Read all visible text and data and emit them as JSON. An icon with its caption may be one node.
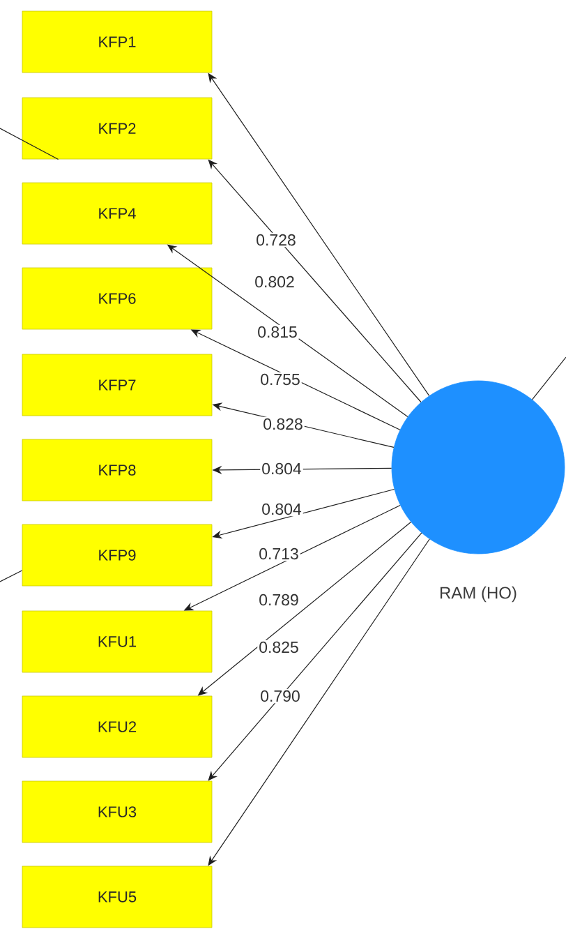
{
  "diagram": {
    "nodes": [
      {
        "text": [
          "KFP1"
        ]
      },
      {
        "text": [
          "KFP2"
        ]
      },
      {
        "text": [
          "KFP4"
        ]
      },
      {
        "text": [
          "KFP6"
        ]
      },
      {
        "text": [
          "KFP7"
        ]
      },
      {
        "text": [
          "KFP8"
        ]
      },
      {
        "text": [
          "KFP9"
        ]
      },
      {
        "text": [
          "KFU1"
        ]
      },
      {
        "text": [
          "KFU2"
        ]
      },
      {
        "text": [
          "KFU3"
        ]
      },
      {
        "text": [
          "KFU5"
        ]
      },
      {
        "text": [],
        "shape": "circle",
        "beside": [
          "RAM (HO)"
        ]
      }
    ],
    "edges": [
      {
        "from": 11,
        "to": 0,
        "arrow": "to",
        "label": "0.728"
      },
      {
        "from": 11,
        "to": 1,
        "arrow": "to",
        "label": "0.802"
      },
      {
        "from": 11,
        "to": 2,
        "arrow": "to",
        "label": "0.815"
      },
      {
        "from": 11,
        "to": 3,
        "arrow": "to",
        "label": "0.755"
      },
      {
        "from": 11,
        "to": 4,
        "arrow": "to",
        "label": "0.828"
      },
      {
        "from": 11,
        "to": 5,
        "arrow": "to",
        "label": "0.804"
      },
      {
        "from": 11,
        "to": 6,
        "arrow": "to",
        "label": "0.804"
      },
      {
        "from": 11,
        "to": 7,
        "arrow": "to",
        "label": "0.713"
      },
      {
        "from": 11,
        "to": 8,
        "arrow": "to",
        "label": "0.789"
      },
      {
        "from": 11,
        "to": 9,
        "arrow": "to",
        "label": "0.825"
      },
      {
        "from": 11,
        "to": 10,
        "arrow": "to",
        "label": "0.790"
      },
      {
        "from": null,
        "to": 1,
        "arrow": "none"
      },
      {
        "from": null,
        "to": 6,
        "arrow": "none"
      },
      {
        "from": 11,
        "to": null,
        "arrow": "none"
      }
    ]
  }
}
